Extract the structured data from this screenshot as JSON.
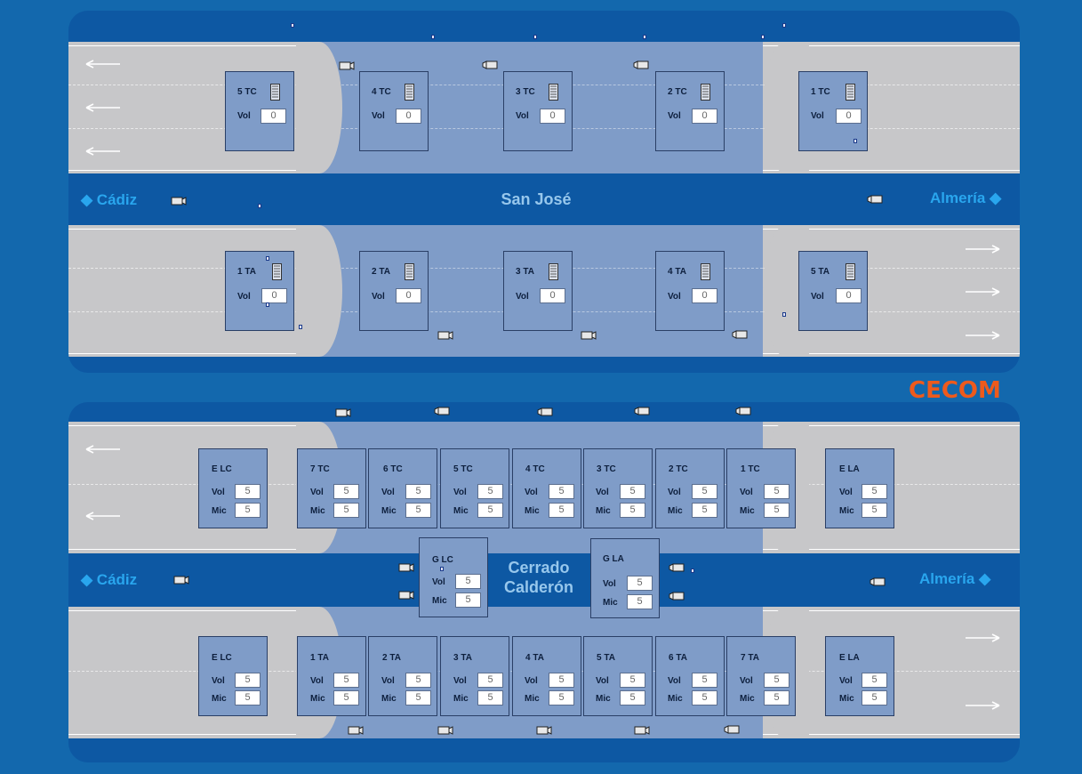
{
  "logo": "CECOM",
  "top": {
    "name": "San José",
    "left_city": "Cádiz",
    "right_city": "Almería",
    "north": [
      {
        "title": "5 TC",
        "vol_label": "Vol",
        "vol": "0"
      },
      {
        "title": "4 TC",
        "vol_label": "Vol",
        "vol": "0"
      },
      {
        "title": "3 TC",
        "vol_label": "Vol",
        "vol": "0"
      },
      {
        "title": "2 TC",
        "vol_label": "Vol",
        "vol": "0"
      },
      {
        "title": "1 TC",
        "vol_label": "Vol",
        "vol": "0"
      }
    ],
    "south": [
      {
        "title": "1 TA",
        "vol_label": "Vol",
        "vol": "0"
      },
      {
        "title": "2 TA",
        "vol_label": "Vol",
        "vol": "0"
      },
      {
        "title": "3 TA",
        "vol_label": "Vol",
        "vol": "0"
      },
      {
        "title": "4 TA",
        "vol_label": "Vol",
        "vol": "0"
      },
      {
        "title": "5 TA",
        "vol_label": "Vol",
        "vol": "0"
      }
    ]
  },
  "bottom": {
    "name_line1": "Cerrado",
    "name_line2": "Calderón",
    "left_city": "Cádiz",
    "right_city": "Almería",
    "north": [
      {
        "title": "E LC",
        "vol_label": "Vol",
        "vol": "5",
        "mic_label": "Mic",
        "mic": "5"
      },
      {
        "title": "7 TC",
        "vol_label": "Vol",
        "vol": "5",
        "mic_label": "Mic",
        "mic": "5"
      },
      {
        "title": "6 TC",
        "vol_label": "Vol",
        "vol": "5",
        "mic_label": "Mic",
        "mic": "5"
      },
      {
        "title": "5 TC",
        "vol_label": "Vol",
        "vol": "5",
        "mic_label": "Mic",
        "mic": "5"
      },
      {
        "title": "4 TC",
        "vol_label": "Vol",
        "vol": "5",
        "mic_label": "Mic",
        "mic": "5"
      },
      {
        "title": "3 TC",
        "vol_label": "Vol",
        "vol": "5",
        "mic_label": "Mic",
        "mic": "5"
      },
      {
        "title": "2 TC",
        "vol_label": "Vol",
        "vol": "5",
        "mic_label": "Mic",
        "mic": "5"
      },
      {
        "title": "1 TC",
        "vol_label": "Vol",
        "vol": "5",
        "mic_label": "Mic",
        "mic": "5"
      },
      {
        "title": "E LA",
        "vol_label": "Vol",
        "vol": "5",
        "mic_label": "Mic",
        "mic": "5"
      }
    ],
    "middle": [
      {
        "title": "G LC",
        "vol_label": "Vol",
        "vol": "5",
        "mic_label": "Mic",
        "mic": "5"
      },
      {
        "title": "G LA",
        "vol_label": "Vol",
        "vol": "5",
        "mic_label": "Mic",
        "mic": "5"
      }
    ],
    "south": [
      {
        "title": "E LC",
        "vol_label": "Vol",
        "vol": "5",
        "mic_label": "Mic",
        "mic": "5"
      },
      {
        "title": "1 TA",
        "vol_label": "Vol",
        "vol": "5",
        "mic_label": "Mic",
        "mic": "5"
      },
      {
        "title": "2 TA",
        "vol_label": "Vol",
        "vol": "5",
        "mic_label": "Mic",
        "mic": "5"
      },
      {
        "title": "3 TA",
        "vol_label": "Vol",
        "vol": "5",
        "mic_label": "Mic",
        "mic": "5"
      },
      {
        "title": "4 TA",
        "vol_label": "Vol",
        "vol": "5",
        "mic_label": "Mic",
        "mic": "5"
      },
      {
        "title": "5 TA",
        "vol_label": "Vol",
        "vol": "5",
        "mic_label": "Mic",
        "mic": "5"
      },
      {
        "title": "6 TA",
        "vol_label": "Vol",
        "vol": "5",
        "mic_label": "Mic",
        "mic": "5"
      },
      {
        "title": "7 TA",
        "vol_label": "Vol",
        "vol": "5",
        "mic_label": "Mic",
        "mic": "5"
      },
      {
        "title": "E LA",
        "vol_label": "Vol",
        "vol": "5",
        "mic_label": "Mic",
        "mic": "5"
      }
    ]
  },
  "colors": {
    "background": "#1368ad",
    "panel": "#0d58a3",
    "road": "#c7c7c9",
    "tunnel": "#7f9cc8",
    "city_text": "#29a6ee",
    "tunnel_name": "#97c7ec",
    "logo": "#ee5a1c"
  },
  "icons": {
    "traffic": "arrow-icon",
    "camera": "camera-icon",
    "fan": "fan-icon",
    "sensor": "sensor-marker-icon",
    "direction": "direction-triangle-icon"
  }
}
